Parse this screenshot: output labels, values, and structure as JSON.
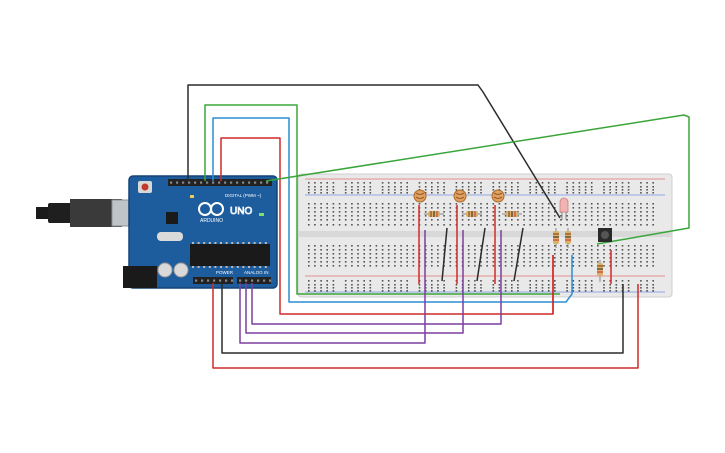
{
  "colors": {
    "background": "#ffffff",
    "board": "#1c5a9a",
    "board_dark": "#154678",
    "breadboard": "#e6e6e6",
    "wire_black": "#2b2b2b",
    "wire_green": "#3aa53a",
    "wire_blue": "#2b8fd1",
    "wire_red": "#d12a2a",
    "wire_purple": "#7b3fa0",
    "resistor": "#d9b26a",
    "ldr": "#e0a060",
    "led": "#f2b3b3"
  },
  "arduino": {
    "model_label": "UNO",
    "brand_label": "ARDUINO",
    "digital_label": "DIGITAL (PWM ~)",
    "power_label": "POWER",
    "analog_label": "ANALOG IN"
  },
  "components": {
    "photoresistors": [
      "ldr-1",
      "ldr-2",
      "ldr-3"
    ],
    "resistors": [
      "r-1",
      "r-2",
      "r-3",
      "r-led-1",
      "r-led-2",
      "r-button"
    ],
    "led": "led-red",
    "button": "push-button"
  }
}
